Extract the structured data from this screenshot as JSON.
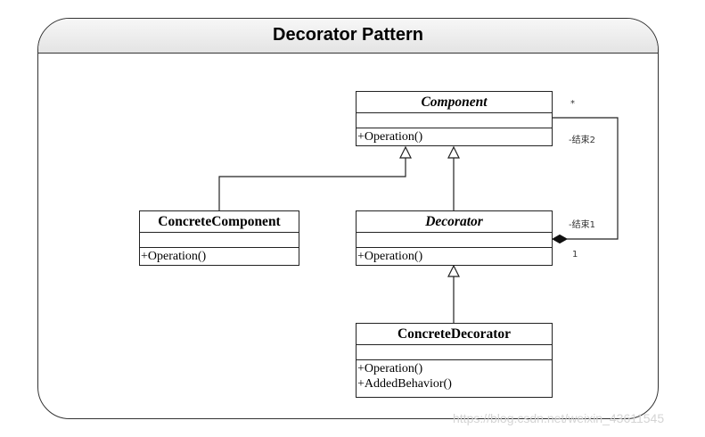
{
  "diagram": {
    "title": "Decorator Pattern",
    "classes": {
      "component": {
        "name": "Component",
        "operations": [
          "+Operation()"
        ]
      },
      "concrete_component": {
        "name": "ConcreteComponent",
        "operations": [
          "+Operation()"
        ]
      },
      "decorator": {
        "name": "Decorator",
        "operations": [
          "+Operation()"
        ]
      },
      "concrete_decorator": {
        "name": "ConcreteDecorator",
        "operations": [
          "+Operation()",
          "+AddedBehavior()"
        ]
      }
    },
    "association": {
      "end2_role": "-结束2",
      "end2_multiplicity": "*",
      "end1_role": "-结束1",
      "end1_multiplicity": "1"
    }
  },
  "watermark": "https://blog.csdn.net/weixin_43611545"
}
